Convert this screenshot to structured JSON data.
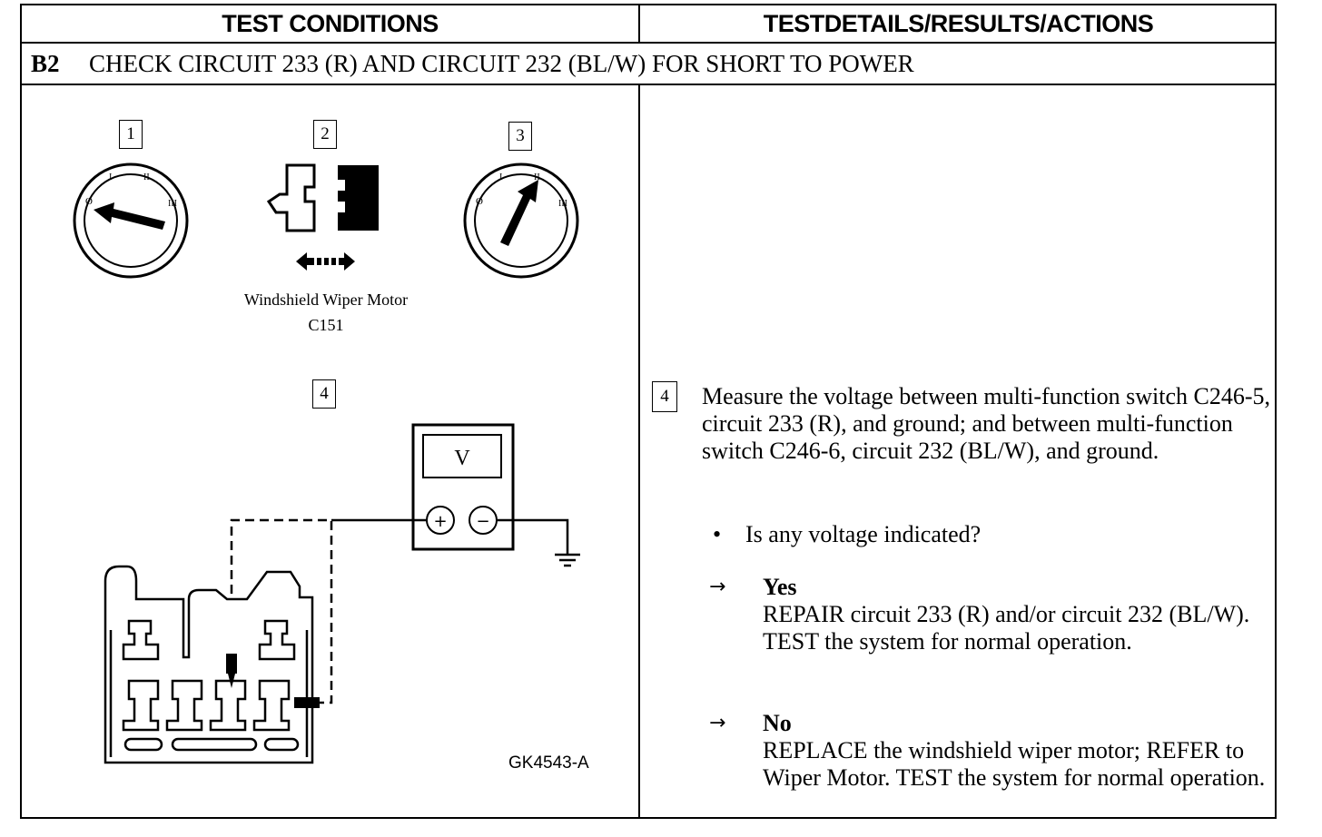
{
  "header": {
    "left_title": "TEST CONDITIONS",
    "right_title": "TESTDETAILS/RESULTS/ACTIONS"
  },
  "step": {
    "id": "B2",
    "title": "CHECK CIRCUIT 233 (R) AND CIRCUIT 232 (BL/W) FOR SHORT TO POWER"
  },
  "figure": {
    "step_markers": [
      "1",
      "2",
      "3",
      "4"
    ],
    "caption_line1": "Windshield Wiper Motor",
    "caption_line2": "C151",
    "meter_label": "V",
    "meter_plus": "+",
    "meter_minus": "−",
    "figure_code": "GK4543-A",
    "switch_marks": [
      "O",
      "I",
      "II",
      "III"
    ]
  },
  "details": {
    "step_marker": "4",
    "instruction": "Measure the voltage between multi-function switch C246-5, circuit 233 (R), and ground; and between multi-function switch C246-6, circuit 232 (BL/W), and ground.",
    "bullet": "•",
    "question": "Is any voltage indicated?",
    "arrow_glyph": "→",
    "results": [
      {
        "label": "Yes",
        "text": "REPAIR circuit 233 (R) and/or circuit 232 (BL/W). TEST the system for normal operation."
      },
      {
        "label": "No",
        "text": "REPLACE the windshield wiper motor; REFER to Wiper Motor. TEST the system for normal operation."
      }
    ]
  }
}
